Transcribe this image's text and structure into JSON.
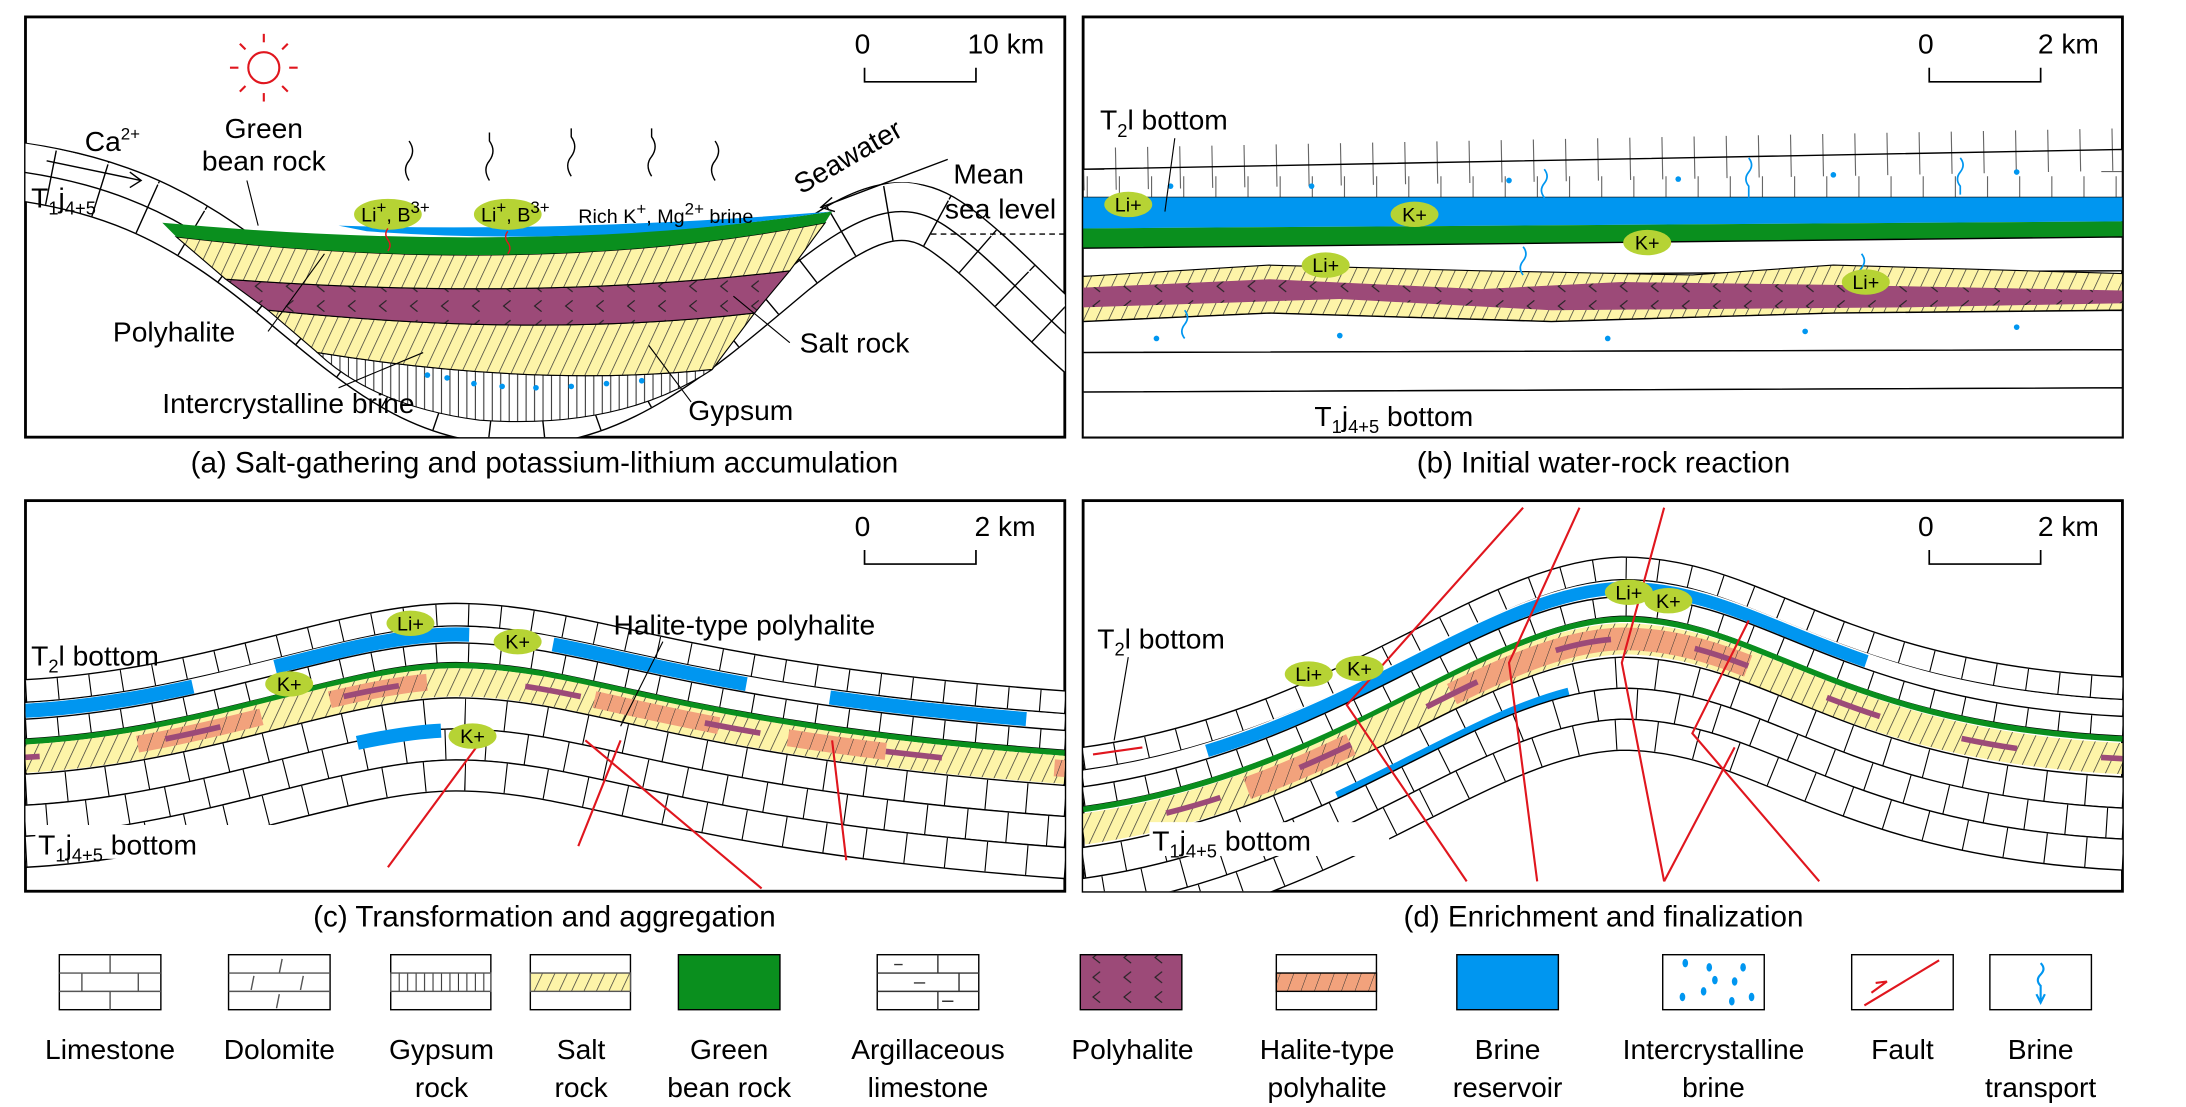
{
  "panels": {
    "a": {
      "caption": "(a) Salt-gathering and potassium-lithium accumulation",
      "scale": {
        "zero": "0",
        "end": "10 km"
      },
      "ca": {
        "base": "Ca",
        "sup": "2+"
      },
      "green_bean_1": "Green",
      "green_bean_2": "bean rock",
      "formation": {
        "t": "T",
        "s1": "1",
        "j": "j",
        "s2": "4+5"
      },
      "li_b": {
        "li": "Li",
        "plus": "+",
        "b": ", B",
        "bsup": "3+"
      },
      "brine": {
        "p1": "Rich K",
        "s1": "+",
        "p2": ", Mg",
        "s2": "2+",
        "p3": " brine"
      },
      "seawater": "Seawater",
      "mean": "Mean",
      "sea_level": "sea level",
      "polyhalite": "Polyhalite",
      "salt_rock": "Salt rock",
      "intercrystalline": "Intercrystalline brine",
      "gypsum": "Gypsum"
    },
    "b": {
      "caption": "(b) Initial water-rock reaction",
      "scale": {
        "zero": "0",
        "end": "2 km"
      },
      "t2l": {
        "t": "T",
        "s": "2",
        "rest": "l bottom"
      },
      "t1j": {
        "t": "T",
        "s1": "1",
        "j": "j",
        "s2": "4+5",
        "rest": " bottom"
      },
      "ions": [
        "Li+",
        "K+",
        "K+",
        "Li+",
        "Li+"
      ]
    },
    "c": {
      "caption": "(c) Transformation and aggregation",
      "scale": {
        "zero": "0",
        "end": "2 km"
      },
      "t2l": {
        "t": "T",
        "s": "2",
        "rest": "l bottom"
      },
      "t1j": {
        "t": "T",
        "s1": "1",
        "j": "j",
        "s2": "4+5",
        "rest": " bottom"
      },
      "halite_label": "Halite-type polyhalite",
      "ions": [
        "Li+",
        "K+",
        "K+",
        "K+"
      ]
    },
    "d": {
      "caption": "(d) Enrichment and finalization",
      "scale": {
        "zero": "0",
        "end": "2 km"
      },
      "t2l": {
        "t": "T",
        "s": "2",
        "rest": "l bottom"
      },
      "t1j": {
        "t": "T",
        "s1": "1",
        "j": "j",
        "s2": "4+5",
        "rest": " bottom"
      },
      "ions": [
        "Li+",
        "K+",
        "Li+",
        "K+"
      ]
    }
  },
  "legend": [
    {
      "l1": "Limestone",
      "l2": ""
    },
    {
      "l1": "Dolomite",
      "l2": ""
    },
    {
      "l1": "Gypsum",
      "l2": "rock"
    },
    {
      "l1": "Salt",
      "l2": "rock"
    },
    {
      "l1": "Green",
      "l2": "bean rock"
    },
    {
      "l1": "Argillaceous",
      "l2": "limestone"
    },
    {
      "l1": "Polyhalite",
      "l2": ""
    },
    {
      "l1": "Halite-type",
      "l2": "polyhalite"
    },
    {
      "l1": "Brine",
      "l2": "reservoir"
    },
    {
      "l1": "Intercrystalline",
      "l2": "brine"
    },
    {
      "l1": "Fault",
      "l2": ""
    },
    {
      "l1": "Brine",
      "l2": "transport"
    }
  ],
  "colors": {
    "green": "#0a8f1e",
    "blue": "#0096f0",
    "polyhalite": "#9c4a78",
    "salt": "#fdf4a8",
    "halite": "#f2a27c",
    "ion": "#b6d334",
    "fault": "#e0161e"
  }
}
